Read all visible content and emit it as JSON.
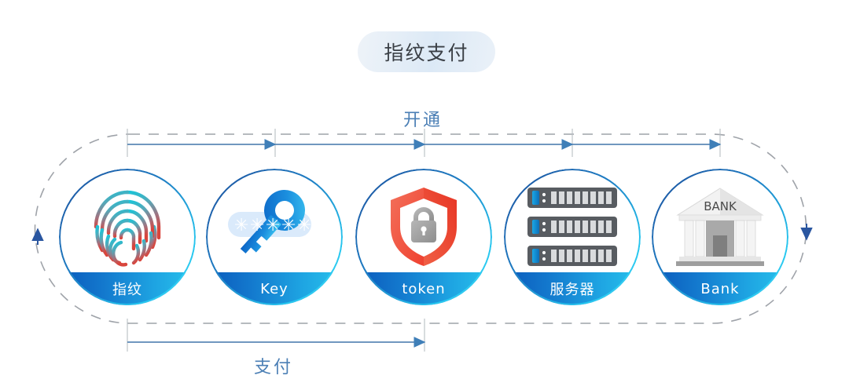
{
  "title": {
    "text": "指纹支付"
  },
  "flows": {
    "top": {
      "label": "开通",
      "direction": "left-to-right",
      "from": "指纹",
      "to": "Bank",
      "arrow_count": 4
    },
    "bottom": {
      "label": "支付",
      "direction": "left-to-right",
      "from": "指纹",
      "to": "token",
      "arrow_count": 1
    },
    "loop": {
      "left_arrow": "arrow-up",
      "right_arrow": "arrow-down",
      "style": "dashed"
    }
  },
  "nodes": [
    {
      "id": "fingerprint",
      "label": "指纹",
      "icon": "fingerprint-icon"
    },
    {
      "id": "key",
      "label": "Key",
      "icon": "key-password-icon"
    },
    {
      "id": "token",
      "label": "token",
      "icon": "shield-lock-icon"
    },
    {
      "id": "server",
      "label": "服务器",
      "icon": "server-rack-icon"
    },
    {
      "id": "bank",
      "label": "Bank",
      "icon": "bank-building-icon",
      "sign_text": "BANK"
    }
  ],
  "colors": {
    "accent_blue": "#1378cd",
    "accent_cyan": "#28c2ec",
    "deep_blue": "#1d4f9c",
    "arrow_blue": "#4b7fb5",
    "danger_red": "#ef4b3a",
    "neutral_gray": "#9a9a9a",
    "title_bg": "#dce9f6"
  }
}
